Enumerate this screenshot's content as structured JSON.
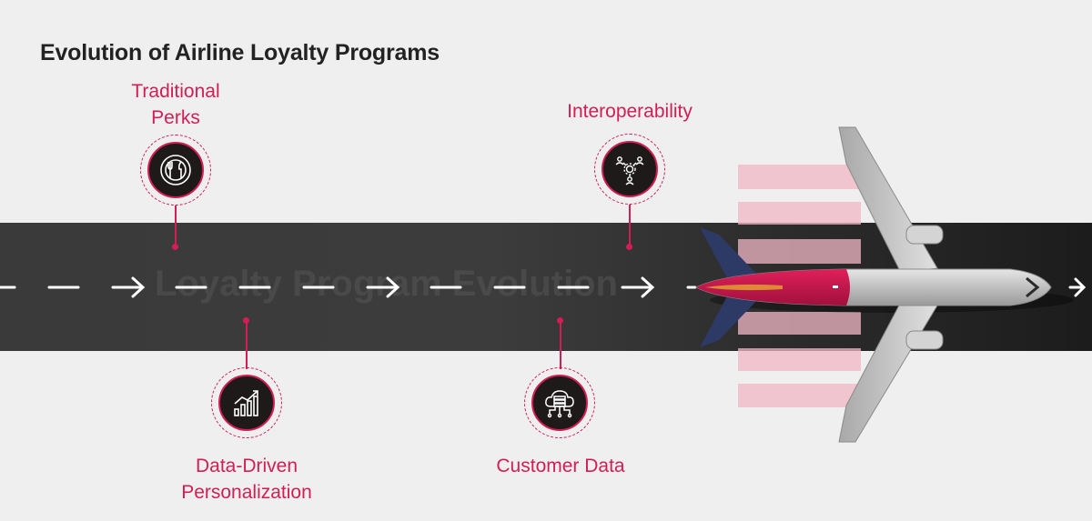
{
  "title": "Evolution of Airline Loyalty Programs",
  "runway_watermark": "Loyalty Program Evolution",
  "milestones": [
    {
      "label_line1": "Traditional",
      "label_line2": "Perks",
      "icon": "dining-icon"
    },
    {
      "label_line1": "Data-Driven",
      "label_line2": "Personalization",
      "icon": "growth-chart-icon"
    },
    {
      "label_line1": "Customer Data",
      "label_line2": "",
      "icon": "cloud-database-icon"
    },
    {
      "label_line1": "Interoperability",
      "label_line2": "",
      "icon": "network-people-icon"
    }
  ],
  "colors": {
    "accent": "#d21e54",
    "runway": "#3a3a3a",
    "background": "#efefef",
    "title": "#222222"
  }
}
